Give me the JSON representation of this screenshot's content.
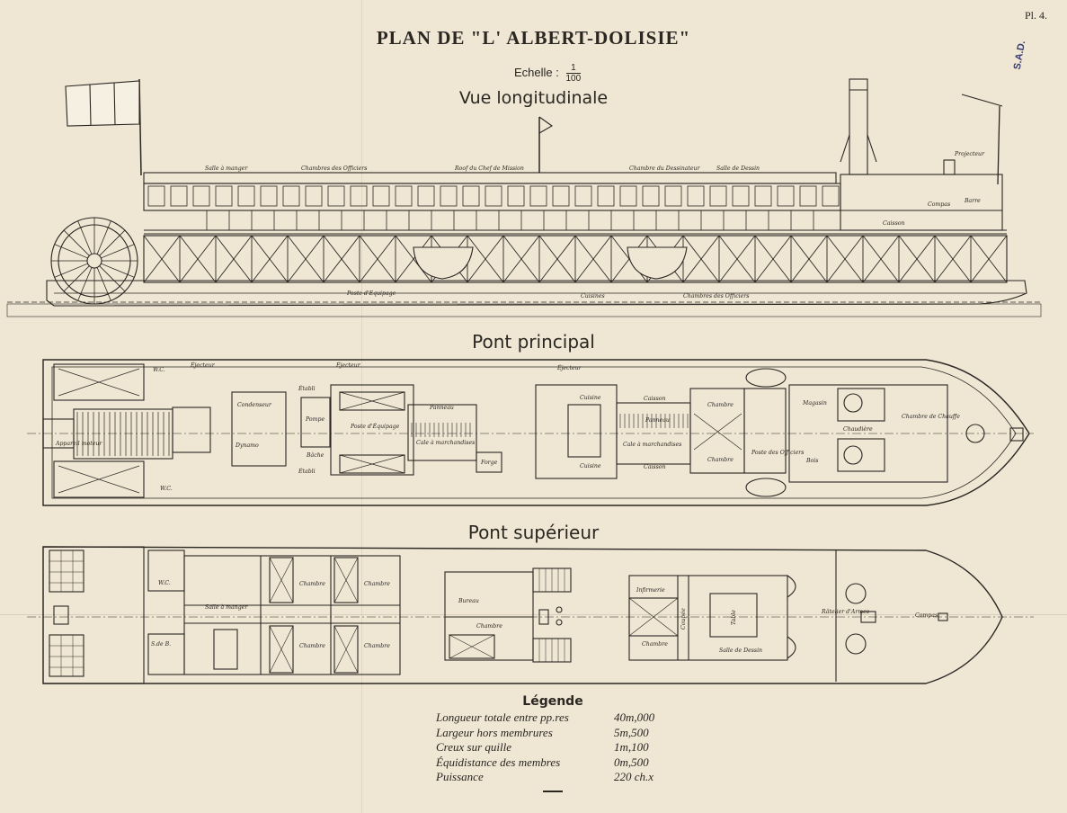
{
  "header": {
    "title": "PLAN DE \"L' ALBERT-DOLISIE\"",
    "plate": "Pl. 4.",
    "scale_label": "Echelle :",
    "scale_num": "1",
    "scale_den": "100",
    "stamp": "S.A.D."
  },
  "views": {
    "longitudinal": {
      "title": "Vue longitudinale",
      "labels": [
        "Salle à manger",
        "Chambres des Officiers",
        "Roof du Chef de Mission",
        "Chambre du Dessinateur",
        "Salle de Dessin",
        "Projecteur",
        "Compas",
        "Barre",
        "Caisson",
        "Poste d'Equipage",
        "Cuisines",
        "Chambres des Officiers"
      ]
    },
    "main_deck": {
      "title": "Pont principal",
      "labels": [
        "Éjecteur",
        "Éjecteur",
        "Éjecteur",
        "Condenseur",
        "Pompe",
        "Établi",
        "Dynamo",
        "Bâche",
        "Établi",
        "Poste d'Équipage",
        "Panneau",
        "Cale à marchandises",
        "Forge",
        "Cuisine",
        "Cuisine",
        "Caisson",
        "Panneau",
        "Cale à marchandises",
        "Caisson",
        "Chambre",
        "Chambre",
        "Poste des Officiers",
        "Magasin",
        "Bois",
        "Chaudière",
        "Chambre de Chauffe",
        "Appareil moteur",
        "W.C.",
        "W.C."
      ]
    },
    "upper_deck": {
      "title": "Pont supérieur",
      "labels": [
        "W.C.",
        "S.de B.",
        "Salle à manger",
        "Chambre",
        "Chambre",
        "Chambre",
        "Chambre",
        "Bureau",
        "Chambre",
        "Infirmerie",
        "Chambre",
        "Coupée",
        "Salle de Dessin",
        "Table",
        "Râtelier d'Armes",
        "Compas"
      ]
    }
  },
  "legend": {
    "title": "Légende",
    "rows": [
      {
        "label": "Longueur totale entre pp.res",
        "value": "40m,000"
      },
      {
        "label": "Largeur hors membrures",
        "value": "5m,500"
      },
      {
        "label": "Creux sur quille",
        "value": "1m,100"
      },
      {
        "label": "Équidistance des membres",
        "value": "0m,500"
      },
      {
        "label": "Puissance",
        "value": "220 ch.x"
      }
    ]
  },
  "colors": {
    "paper": "#efe6d3",
    "ink": "#2a2622",
    "stamp": "#3b3e6e"
  }
}
